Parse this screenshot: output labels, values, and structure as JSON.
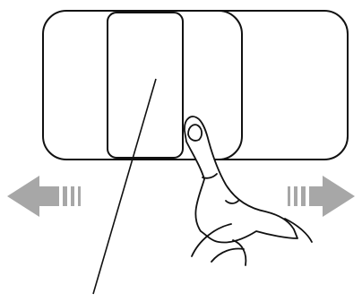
{
  "diagram": {
    "subject": "touchpad-swipe-gesture",
    "panels": [
      "outer-panel",
      "center-panel",
      "right-panel"
    ],
    "arrows": [
      {
        "id": "left",
        "direction": "left",
        "stripes": 3
      },
      {
        "id": "right",
        "direction": "right",
        "stripes": 3
      }
    ],
    "callout": {
      "points_to": "center-panel",
      "label": ""
    },
    "colors": {
      "stroke": "#111111",
      "arrow_fill": "#a7a7a7",
      "background": "#ffffff"
    }
  }
}
